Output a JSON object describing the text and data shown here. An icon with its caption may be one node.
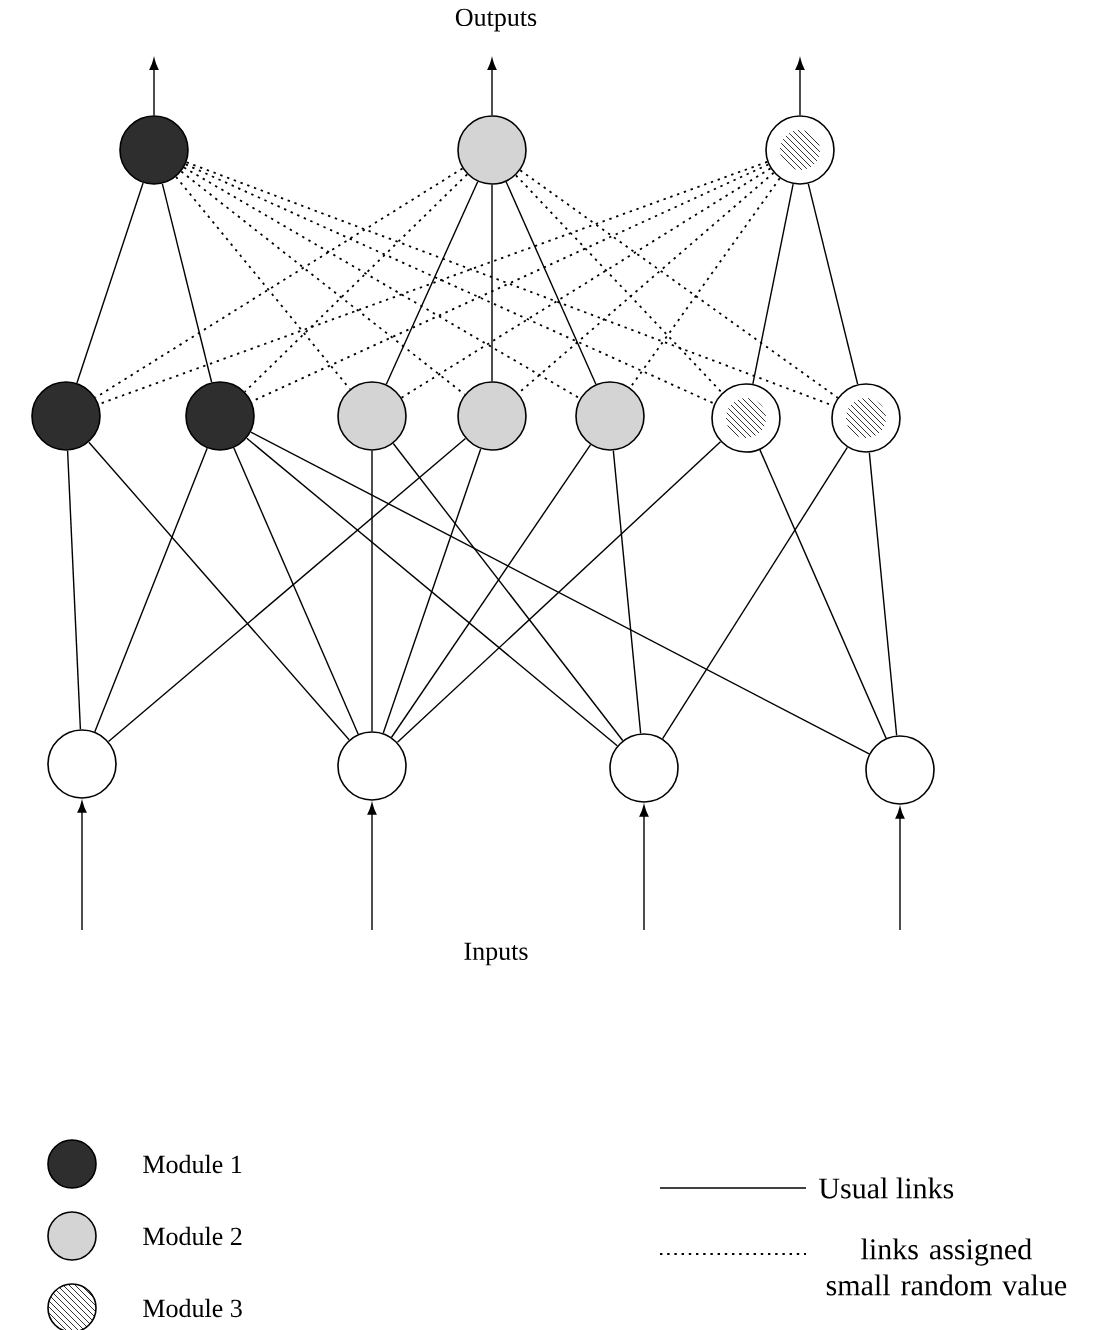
{
  "diagram": {
    "nodes": [
      {
        "text": [],
        "shape": "circle"
      },
      {
        "text": [],
        "shape": "circle"
      },
      {
        "text": [],
        "shape": "circle"
      },
      {
        "text": [],
        "shape": "circle"
      },
      {
        "text": [],
        "shape": "circle"
      },
      {
        "text": [],
        "shape": "circle"
      },
      {
        "text": [],
        "shape": "circle"
      },
      {
        "text": [],
        "shape": "circle"
      },
      {
        "text": [],
        "shape": "circle"
      },
      {
        "text": [],
        "shape": "circle"
      },
      {
        "text": [],
        "shape": "circle"
      },
      {
        "text": [],
        "shape": "circle"
      },
      {
        "text": [],
        "shape": "circle"
      },
      {
        "text": [],
        "shape": "circle"
      }
    ],
    "edges": [
      {
        "from": 0,
        "to": null,
        "arrow": "to"
      },
      {
        "from": 1,
        "to": null,
        "arrow": "to"
      },
      {
        "from": 2,
        "to": null,
        "arrow": "to"
      },
      {
        "from": 0,
        "to": 3,
        "arrow": "none"
      },
      {
        "from": 0,
        "to": 4,
        "arrow": "none"
      },
      {
        "from": 1,
        "to": 5,
        "arrow": "none"
      },
      {
        "from": 1,
        "to": 6,
        "arrow": "none"
      },
      {
        "from": 1,
        "to": 7,
        "arrow": "none"
      },
      {
        "from": 2,
        "to": 8,
        "arrow": "none"
      },
      {
        "from": 2,
        "to": 9,
        "arrow": "none"
      },
      {
        "from": 0,
        "to": 5,
        "arrow": "none",
        "style": "dashed"
      },
      {
        "from": 0,
        "to": 6,
        "arrow": "none",
        "style": "dashed"
      },
      {
        "from": 0,
        "to": 7,
        "arrow": "none",
        "style": "dashed"
      },
      {
        "from": 0,
        "to": 8,
        "arrow": "none",
        "style": "dashed"
      },
      {
        "from": 0,
        "to": 9,
        "arrow": "none",
        "style": "dashed"
      },
      {
        "from": 1,
        "to": 3,
        "arrow": "none",
        "style": "dashed"
      },
      {
        "from": 1,
        "to": 4,
        "arrow": "none",
        "style": "dashed"
      },
      {
        "from": 1,
        "to": 8,
        "arrow": "none",
        "style": "dashed"
      },
      {
        "from": 1,
        "to": 9,
        "arrow": "none",
        "style": "dashed"
      },
      {
        "from": 2,
        "to": 3,
        "arrow": "none",
        "style": "dashed"
      },
      {
        "from": 2,
        "to": 4,
        "arrow": "none",
        "style": "dashed"
      },
      {
        "from": 2,
        "to": 5,
        "arrow": "none",
        "style": "dashed"
      },
      {
        "from": 2,
        "to": 6,
        "arrow": "none",
        "style": "dashed"
      },
      {
        "from": 2,
        "to": 7,
        "arrow": "none",
        "style": "dashed"
      },
      {
        "from": 10,
        "to": 3,
        "arrow": "none"
      },
      {
        "from": 10,
        "to": 4,
        "arrow": "none"
      },
      {
        "from": 10,
        "to": 6,
        "arrow": "none"
      },
      {
        "from": 11,
        "to": 3,
        "arrow": "none"
      },
      {
        "from": 11,
        "to": 4,
        "arrow": "none"
      },
      {
        "from": 11,
        "to": 5,
        "arrow": "none"
      },
      {
        "from": 11,
        "to": 6,
        "arrow": "none"
      },
      {
        "from": 11,
        "to": 7,
        "arrow": "none"
      },
      {
        "from": 11,
        "to": 8,
        "arrow": "none"
      },
      {
        "from": 12,
        "to": 4,
        "arrow": "none"
      },
      {
        "from": 12,
        "to": 5,
        "arrow": "none"
      },
      {
        "from": 12,
        "to": 7,
        "arrow": "none"
      },
      {
        "from": 12,
        "to": 9,
        "arrow": "none"
      },
      {
        "from": 13,
        "to": 4,
        "arrow": "none"
      },
      {
        "from": 13,
        "to": 8,
        "arrow": "none"
      },
      {
        "from": 13,
        "to": 9,
        "arrow": "none"
      },
      {
        "from": null,
        "to": 10,
        "arrow": "to"
      },
      {
        "from": null,
        "to": 11,
        "arrow": "to"
      },
      {
        "from": null,
        "to": 12,
        "arrow": "to"
      },
      {
        "from": null,
        "to": 13,
        "arrow": "to"
      }
    ],
    "labels": [
      "Outputs",
      "Inputs"
    ],
    "legend": [
      {
        "text": "Module 1",
        "color": "#2e2e2e"
      },
      {
        "text": "Module 2",
        "color": "#d4d4d4"
      },
      {
        "text": "Module 3"
      },
      {
        "text": "Usual links"
      },
      {
        "text": "links assigned small random value"
      }
    ]
  }
}
